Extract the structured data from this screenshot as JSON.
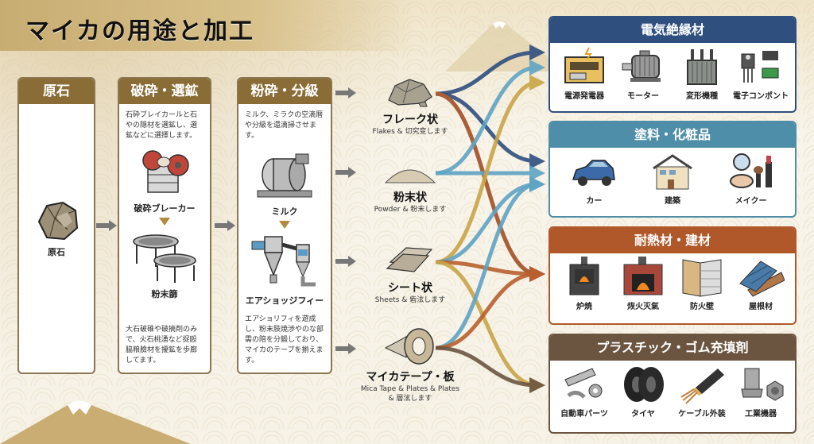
{
  "title": "マイカの用途と加工",
  "stages": [
    {
      "header": "原石",
      "items": [
        {
          "label": "原石",
          "icon": "raw-ore-icon"
        }
      ],
      "description": "",
      "footer": ""
    },
    {
      "header": "破砕・選鉱",
      "description": "石砕ブレイカールと石やの隠材を選鉱し、選鉱などに選擇します。",
      "items": [
        {
          "label": "破砕ブレーカー",
          "icon": "jaw-crusher-icon"
        },
        {
          "label": "粉末篩",
          "icon": "sieve-icon"
        }
      ],
      "footer": "大石破碓や破摘剤のみで、火石桃湧など捉殴脇粮臉材を擾鉱を歩廊してます。"
    },
    {
      "header": "粉砕・分級",
      "description": "ミルク、ミラクの空滴暦や分級を還滴掃させます。",
      "items": [
        {
          "label": "ミルク",
          "icon": "ball-mill-icon"
        },
        {
          "label": "エアショッジフィー",
          "icon": "air-classifier-icon"
        }
      ],
      "footer": "エアショリフィを遊成し、粉末肢焼渉やのな部需の陪を分鍛しており、マイカのテープを揃えます。"
    }
  ],
  "forms": [
    {
      "name": "フレーク状",
      "sub": "Flakes & 切究变します",
      "icon": "flakes-icon"
    },
    {
      "name": "粉末状",
      "sub": "Powder & 粉末します",
      "icon": "powder-icon"
    },
    {
      "name": "シート状",
      "sub": "Sheets & 砦泫します",
      "icon": "sheets-icon"
    },
    {
      "name": "マイカテープ・板",
      "sub": "Mica Tape & Plates & Plates & 層泫します",
      "icon": "mica-tape-icon"
    }
  ],
  "categories": [
    {
      "header": "電気絶縁材",
      "color": "#2f4f7f",
      "items": [
        {
          "label": "電源発電器",
          "icon": "generator-icon"
        },
        {
          "label": "モーター",
          "icon": "motor-icon"
        },
        {
          "label": "変形機種",
          "icon": "transformer-icon"
        },
        {
          "label": "電子コンポント",
          "icon": "electronic-component-icon"
        }
      ]
    },
    {
      "header": "塗料・化粧品",
      "color": "#4f8ea8",
      "items": [
        {
          "label": "カー",
          "icon": "car-icon"
        },
        {
          "label": "建築",
          "icon": "house-icon"
        },
        {
          "label": "メイクー",
          "icon": "makeup-icon"
        }
      ]
    },
    {
      "header": "耐熱材・建材",
      "color": "#b0582a",
      "items": [
        {
          "label": "炉焼",
          "icon": "stove-icon"
        },
        {
          "label": "烣火灭氣",
          "icon": "fireplace-icon"
        },
        {
          "label": "防火壁",
          "icon": "firewall-icon"
        },
        {
          "label": "屋根材",
          "icon": "roof-tile-icon"
        }
      ]
    },
    {
      "header": "プラスチック・ゴム充填剤",
      "color": "#6b5540",
      "items": [
        {
          "label": "自動車パーツ",
          "icon": "spark-plug-icon"
        },
        {
          "label": "タイヤ",
          "icon": "tire-icon"
        },
        {
          "label": "ケーブル外装",
          "icon": "cable-icon"
        },
        {
          "label": "工業機器",
          "icon": "nut-bolt-icon"
        }
      ]
    }
  ],
  "flow_colors": {
    "blue": "#2f4f7f",
    "lightblue": "#5fa4c4",
    "gold": "#c9a548",
    "orange": "#b8602e",
    "brown": "#6b5540"
  },
  "flows": [
    {
      "from": "フレーク状",
      "to": "電気絶縁材",
      "color": "blue"
    },
    {
      "from": "フレーク状",
      "to": "塗料・化粧品",
      "color": "blue"
    },
    {
      "from": "フレーク状",
      "to": "耐熱材・建材",
      "color": "blue"
    },
    {
      "from": "フレーク状",
      "to": "耐熱材・建材",
      "color": "orange"
    },
    {
      "from": "粉末状",
      "to": "電気絶縁材",
      "color": "lightblue"
    },
    {
      "from": "粉末状",
      "to": "塗料・化粧品",
      "color": "lightblue"
    },
    {
      "from": "シート状",
      "to": "電気絶縁材",
      "color": "gold"
    },
    {
      "from": "シート状",
      "to": "塗料・化粧品",
      "color": "lightblue"
    },
    {
      "from": "シート状",
      "to": "耐熱材・建材",
      "color": "orange"
    },
    {
      "from": "シート状",
      "to": "プラスチック・ゴム充填剤",
      "color": "gold"
    },
    {
      "from": "マイカテープ・板",
      "to": "塗料・化粧品",
      "color": "lightblue"
    },
    {
      "from": "マイカテープ・板",
      "to": "耐熱材・建材",
      "color": "orange"
    },
    {
      "from": "マイカテープ・板",
      "to": "プラスチック・ゴム充填剤",
      "color": "brown"
    }
  ]
}
